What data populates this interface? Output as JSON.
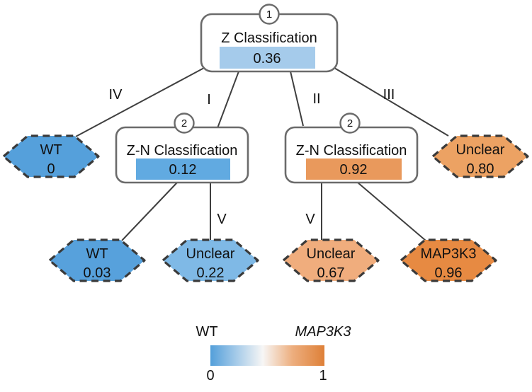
{
  "nodes": {
    "root": {
      "badge": "1",
      "label": "Z Classification",
      "value": "0.36",
      "bar_color": "#A5CBEB"
    },
    "zn_left": {
      "badge": "2",
      "label": "Z-N Classification",
      "value": "0.12",
      "bar_color": "#61AAE1"
    },
    "zn_right": {
      "badge": "2",
      "label": "Z-N Classification",
      "value": "0.92",
      "bar_color": "#E9995C"
    }
  },
  "leaves": {
    "wt_root": {
      "label": "WT",
      "value": "0",
      "color": "#55A0DB"
    },
    "unclear_root": {
      "label": "Unclear",
      "value": "0.80",
      "color": "#ECA263"
    },
    "wt_left": {
      "label": "WT",
      "value": "0.03",
      "color": "#57A1DC"
    },
    "unclear_left": {
      "label": "Unclear",
      "value": "0.22",
      "color": "#7FB9E6"
    },
    "unclear_right": {
      "label": "Unclear",
      "value": "0.67",
      "color": "#F0AD7D"
    },
    "map3k3_right": {
      "label": "MAP3K3",
      "value": "0.96",
      "color": "#E78A42"
    }
  },
  "edge_labels": {
    "branch_iv": "IV",
    "branch_i": "I",
    "branch_ii": "II",
    "branch_iii": "III",
    "branch_v_left": "V",
    "branch_v_right": "V"
  },
  "legend": {
    "left_label": "WT",
    "right_label": "MAP3K3",
    "min_label": "0",
    "max_label": "1",
    "gradient": {
      "c0": "#539FDA",
      "c1": "#A6CBE9",
      "c2": "#F7F6F5",
      "c3": "#EDAE7E",
      "c4": "#DE8038"
    }
  }
}
